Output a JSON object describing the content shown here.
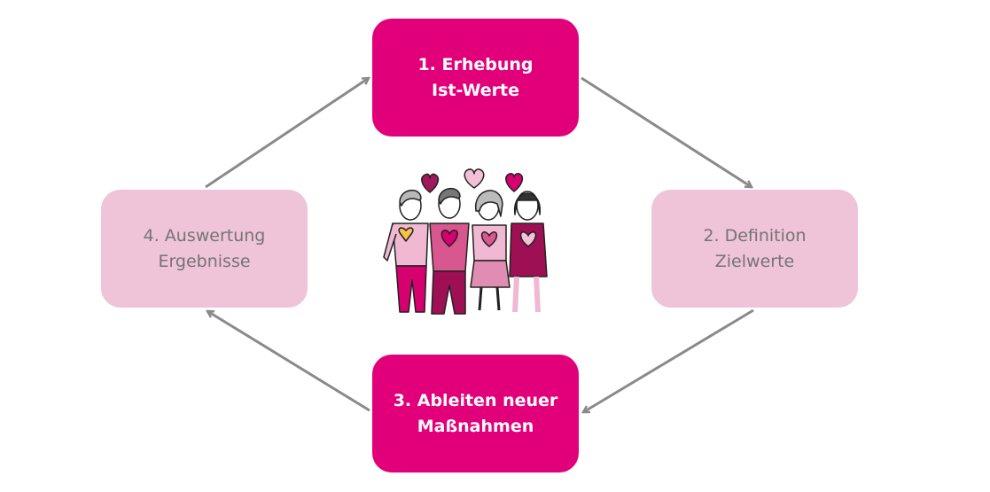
{
  "steps": [
    {
      "line1": "1. Erhebung",
      "line2": "Ist-Werte"
    },
    {
      "line1": "2. Definition",
      "line2": "Zielwerte"
    },
    {
      "line1": "3. Ableiten neuer",
      "line2": "Maßnahmen"
    },
    {
      "line1": "4. Auswertung",
      "line2": "Ergebnisse"
    }
  ],
  "colors": {
    "accent": "#e2007a",
    "light": "#efc3d8",
    "arrow": "#8a8a8a",
    "muted_text": "#747474"
  }
}
